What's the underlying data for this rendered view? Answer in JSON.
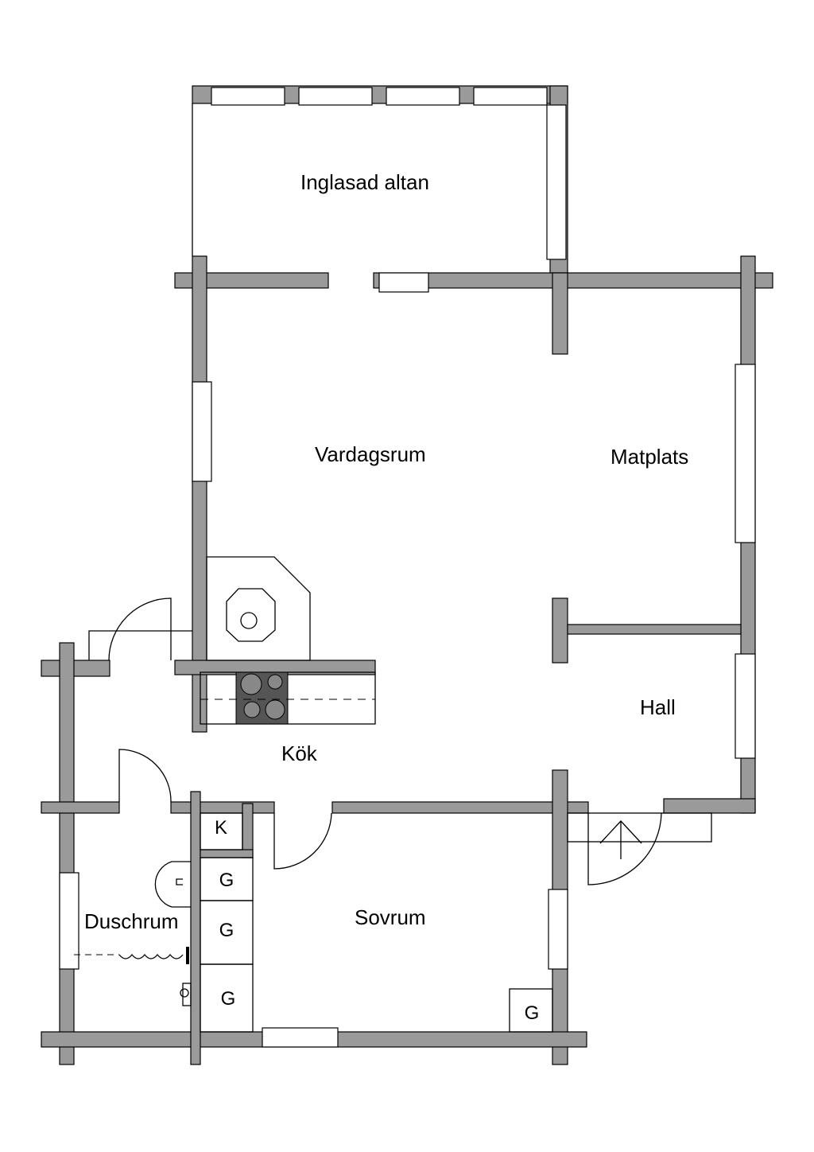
{
  "rooms": {
    "altan": "Inglasad altan",
    "vardagsrum": "Vardagsrum",
    "matplats": "Matplats",
    "hall": "Hall",
    "kok": "Kök",
    "duschrum": "Duschrum",
    "sovrum": "Sovrum"
  },
  "closets": {
    "k": "K",
    "g1": "G",
    "g2": "G",
    "g3": "G",
    "g4": "G"
  },
  "colors": {
    "wall": "#9a9a9a",
    "stove": "#555555"
  }
}
